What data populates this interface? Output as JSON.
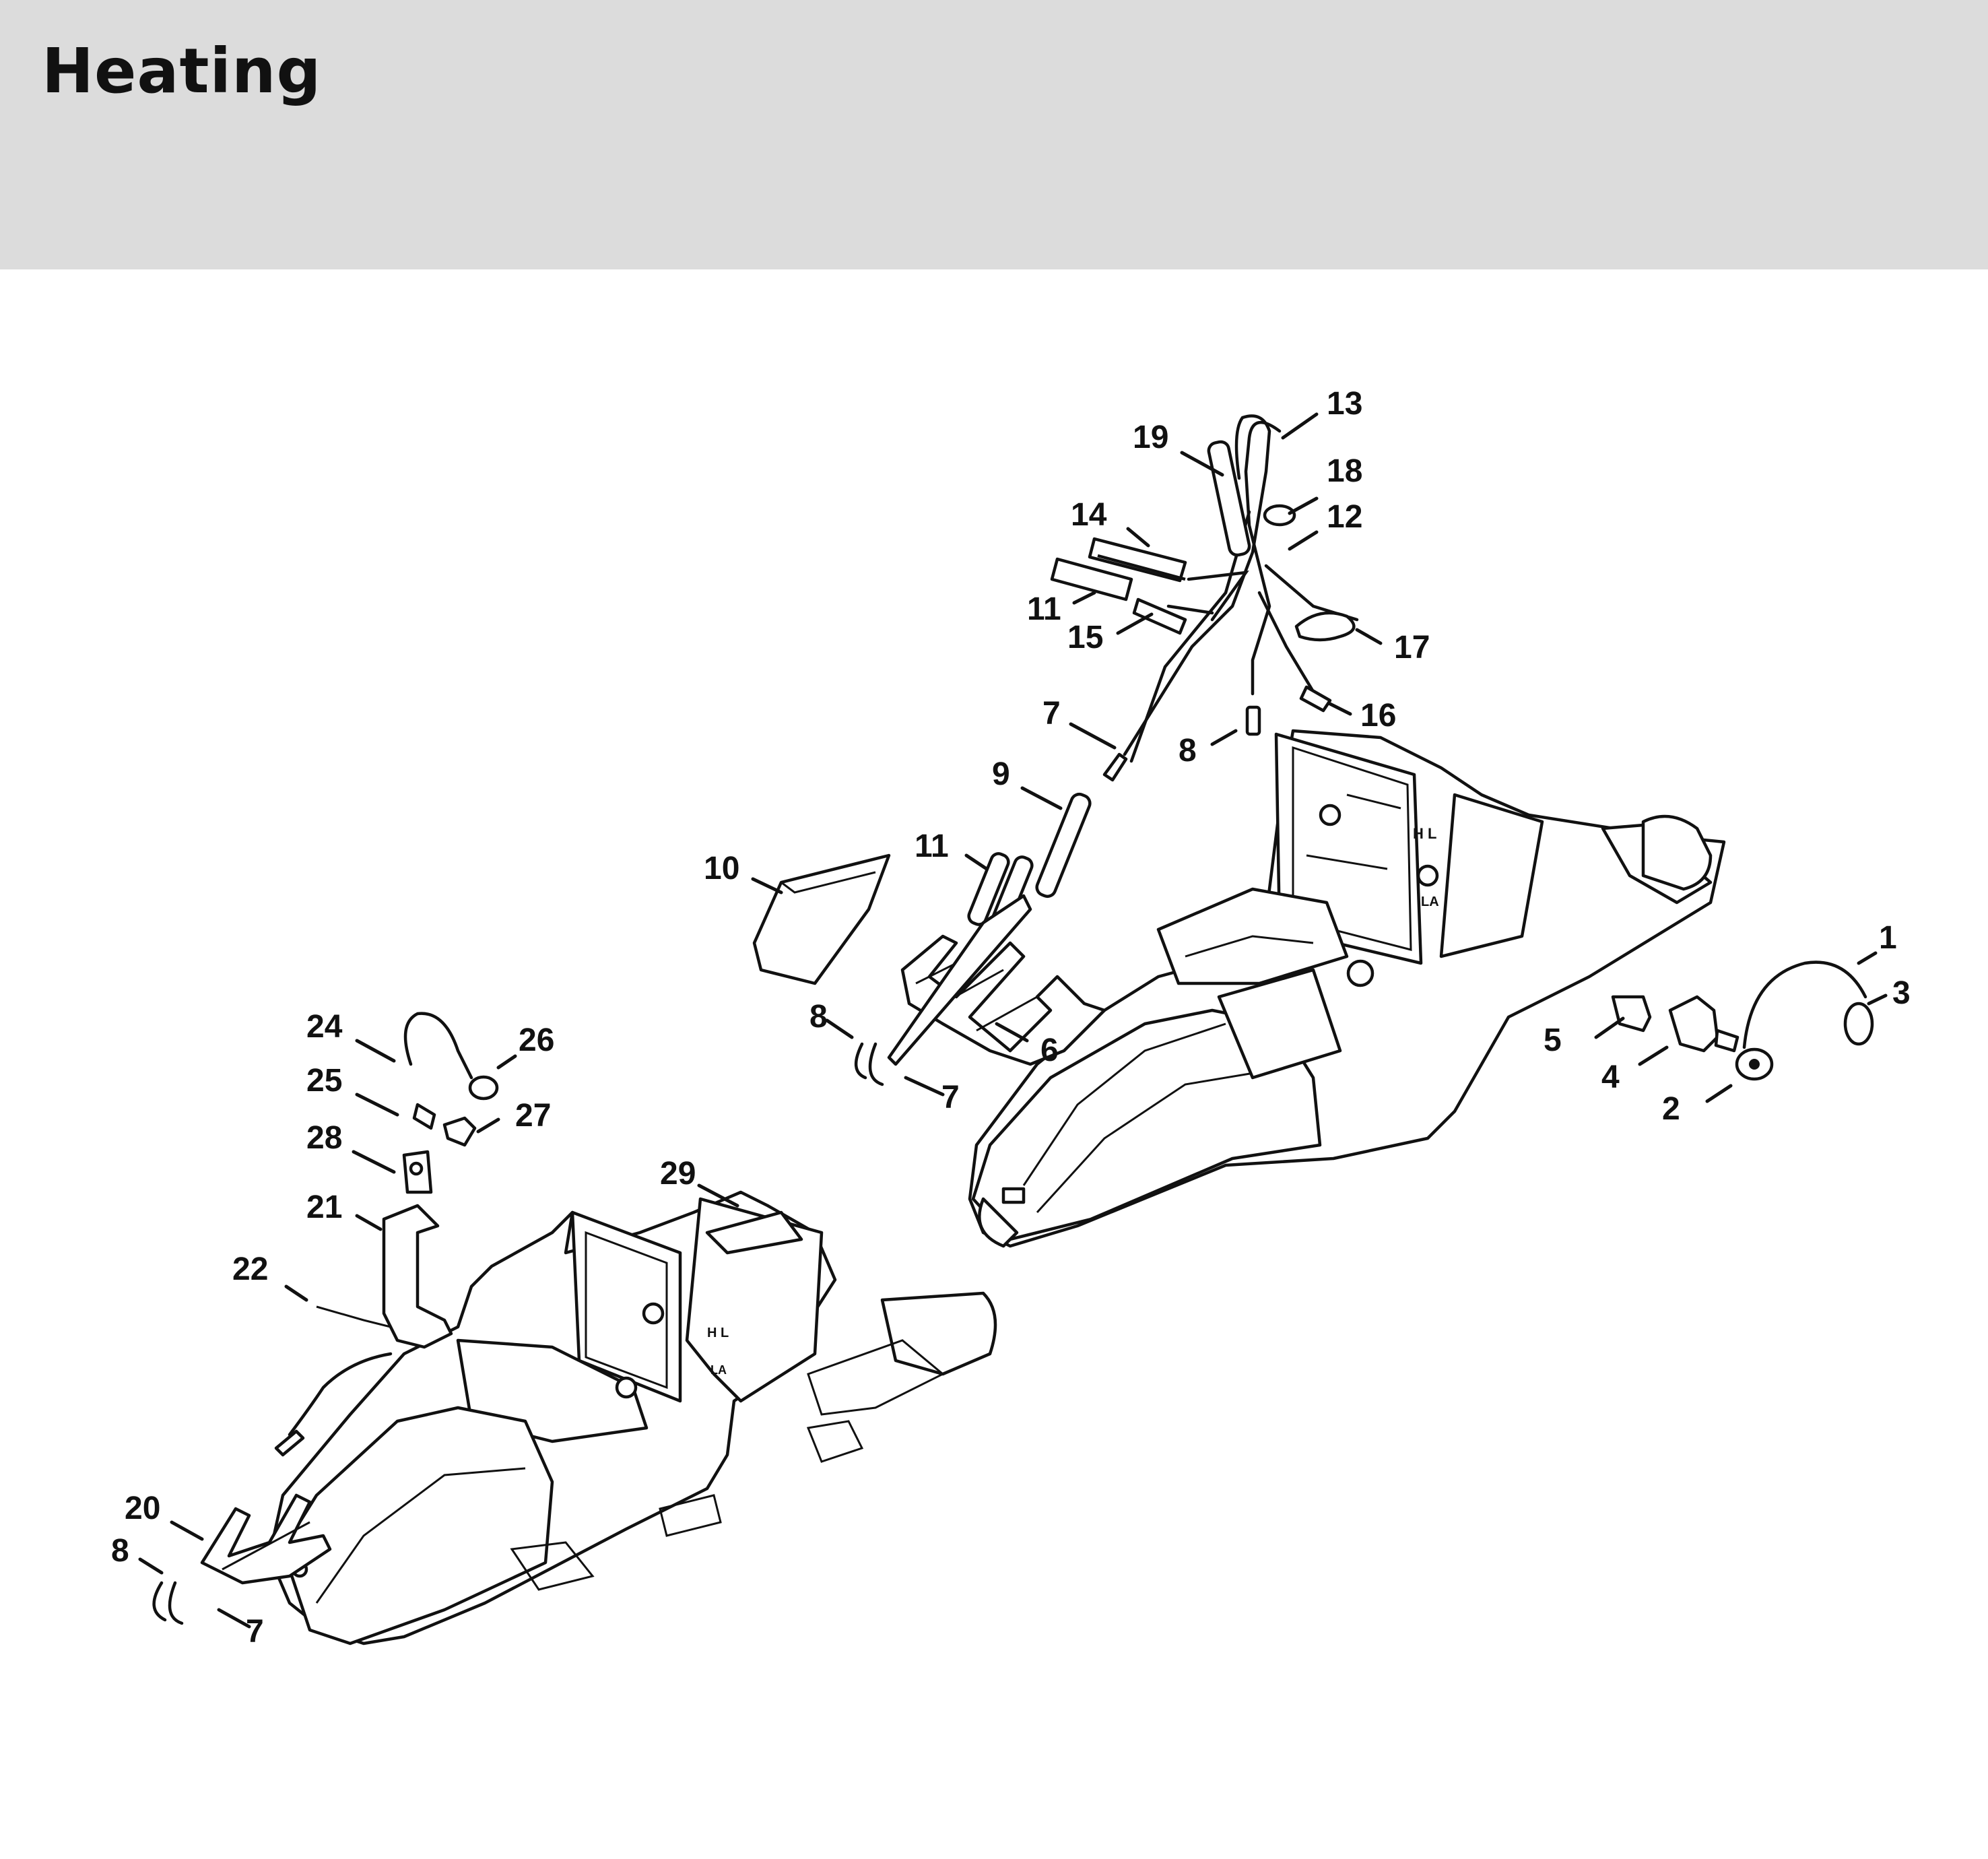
{
  "title": "Heating",
  "callouts": {
    "n1": "1",
    "n2": "2",
    "n3": "3",
    "n4": "4",
    "n5": "5",
    "n6": "6",
    "n7a": "7",
    "n7b": "7",
    "n7c": "7",
    "n8a": "8",
    "n8b": "8",
    "n8c": "8",
    "n9": "9",
    "n10": "10",
    "n11a": "11",
    "n11b": "11",
    "n12": "12",
    "n13": "13",
    "n14": "14",
    "n15": "15",
    "n16": "16",
    "n17": "17",
    "n18": "18",
    "n19": "19",
    "n20": "20",
    "n21": "21",
    "n22": "22",
    "n24": "24",
    "n25": "25",
    "n26": "26",
    "n27": "27",
    "n28": "28",
    "n29": "29"
  },
  "housing_marks": {
    "hl": "H L",
    "la": "LA"
  }
}
